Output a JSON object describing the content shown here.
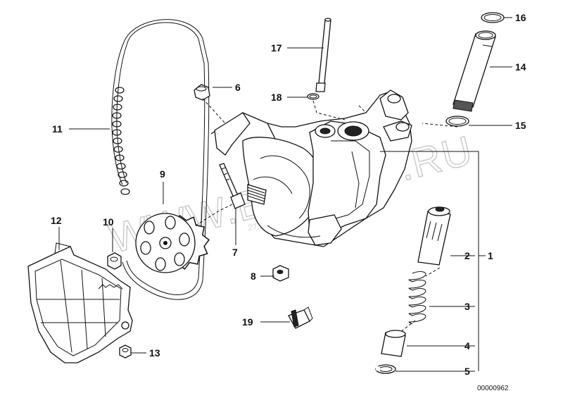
{
  "callouts": {
    "c1": "1",
    "c2": "2",
    "c3": "3",
    "c4": "4",
    "c5": "5",
    "c6": "6",
    "c7": "7",
    "c8": "8",
    "c9": "9",
    "c10": "10",
    "c11": "11",
    "c12": "12",
    "c13": "13",
    "c14": "14",
    "c15": "15",
    "c16": "16",
    "c17": "17",
    "c18": "18",
    "c19": "19"
  },
  "watermark": "WWW.EPARTS.RU",
  "stamp_date": "27.12.2016",
  "reference_code": "00000962"
}
